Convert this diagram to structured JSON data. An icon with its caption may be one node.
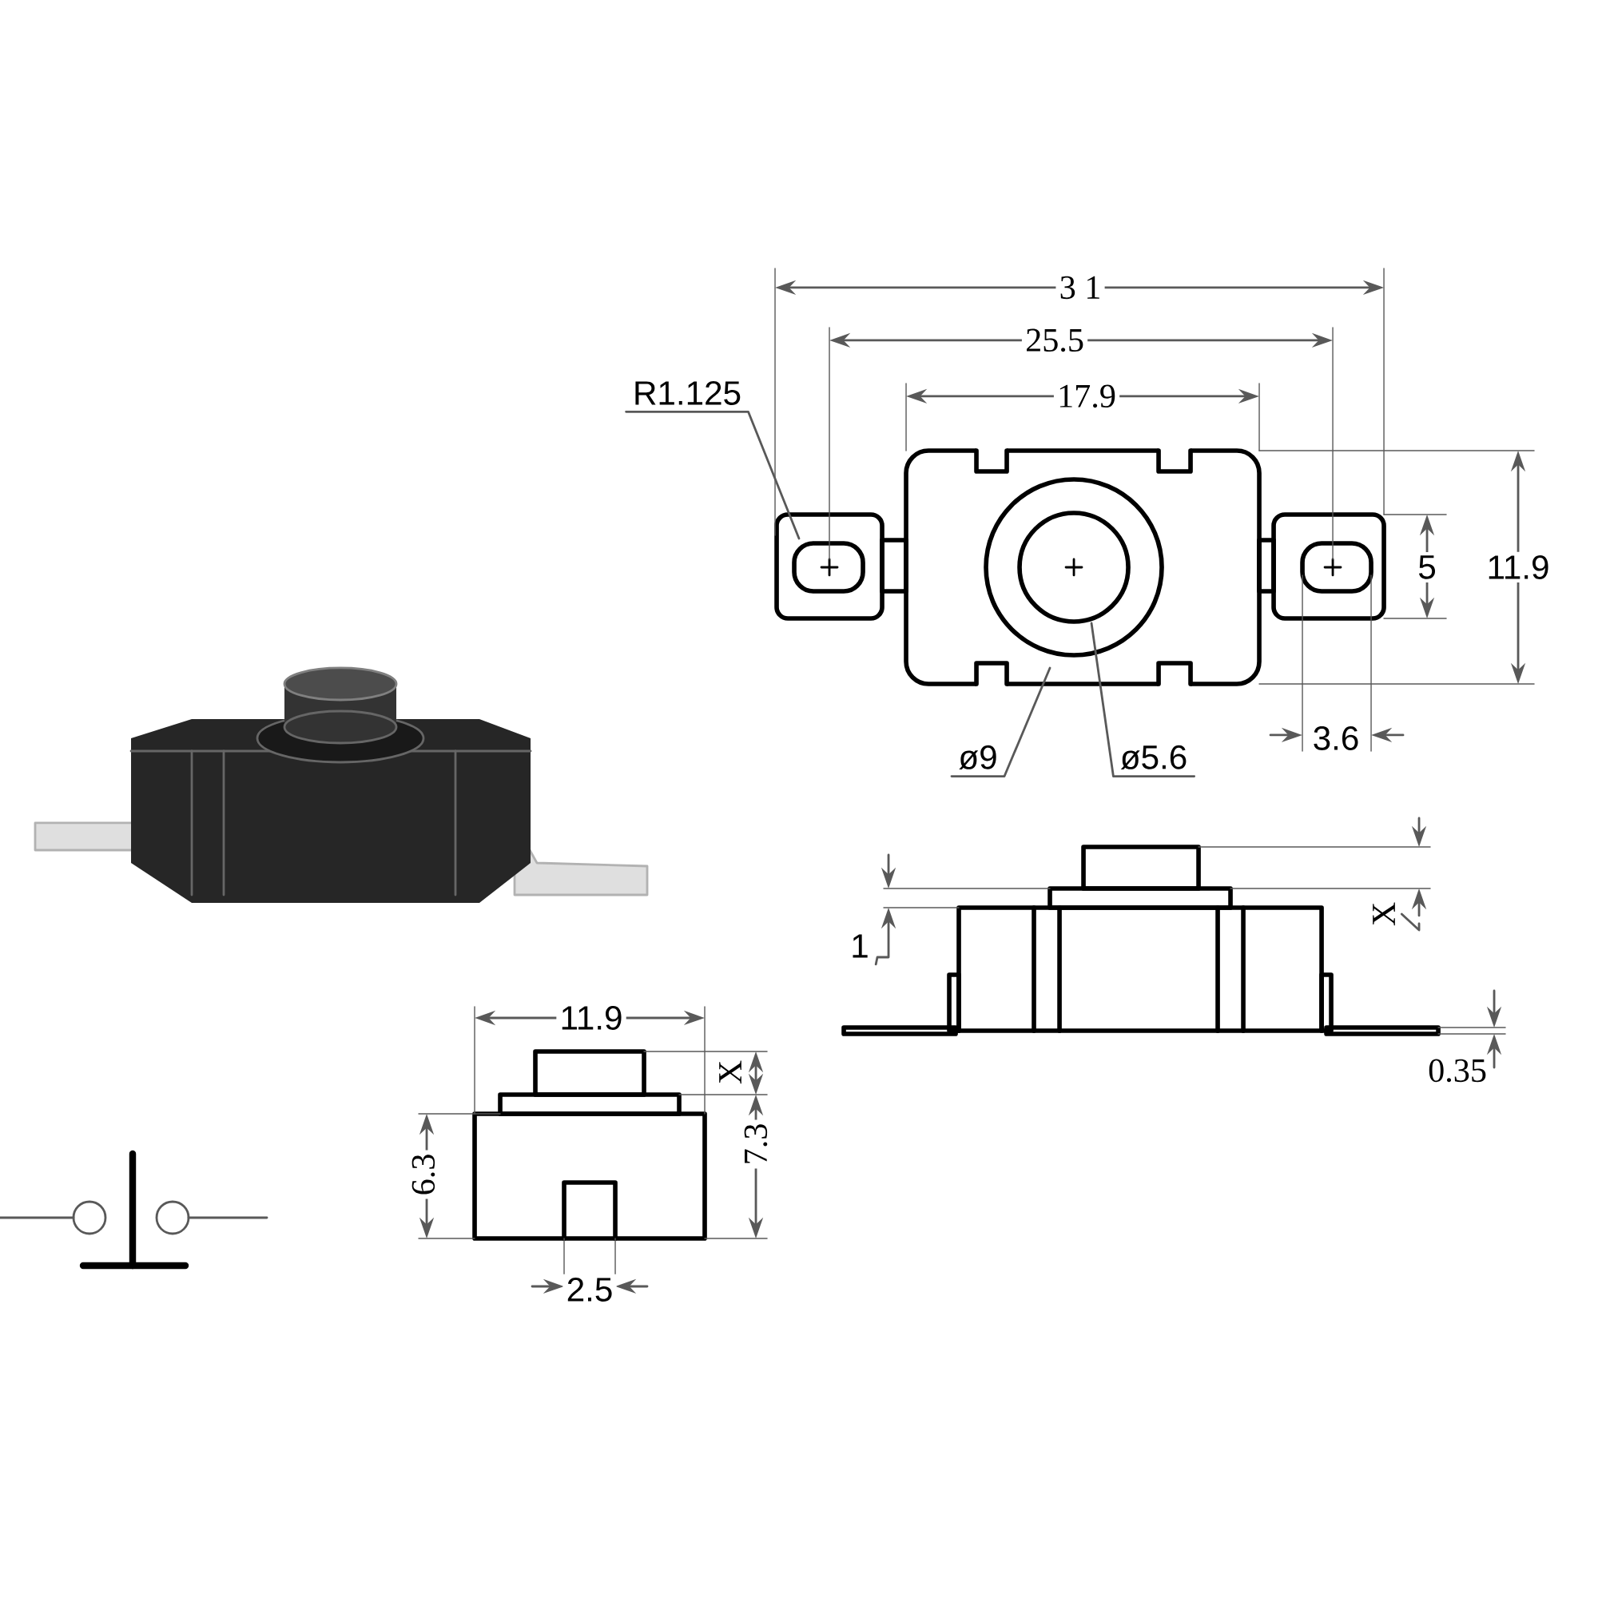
{
  "diagram": {
    "nodes": [
      {
        "text": [
          "R1.125"
        ]
      },
      {
        "text": [
          "ø9"
        ]
      },
      {
        "text": [
          "ø5.6"
        ]
      },
      {
        "text": [
          "1"
        ]
      },
      {
        "text": [
          "X"
        ]
      }
    ],
    "edges": [
      {
        "from": 0,
        "to": null,
        "arrow": "none"
      },
      {
        "from": 1,
        "to": null,
        "arrow": "none"
      },
      {
        "from": 2,
        "to": null,
        "arrow": "none"
      },
      {
        "from": 3,
        "to": null,
        "arrow": "to"
      },
      {
        "from": 4,
        "to": null,
        "arrow": "none"
      }
    ],
    "labels": [
      "3 1",
      "25.5",
      "17.9",
      "5",
      "11.9",
      "3.6",
      "0.35",
      "11.9",
      "X",
      "6.3",
      "7.3",
      "2.5"
    ]
  }
}
